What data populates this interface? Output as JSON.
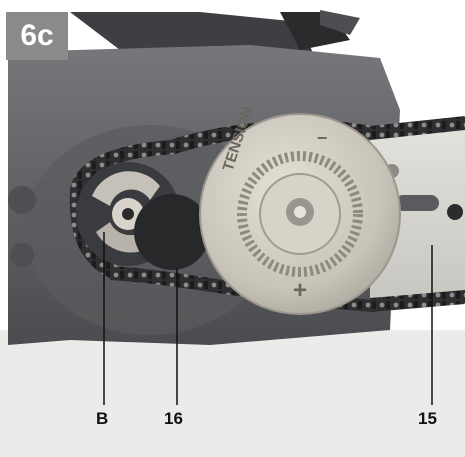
{
  "figure_id": "6c",
  "callouts": {
    "b": "B",
    "sixteen": "16",
    "fifteen": "15"
  },
  "dial_text": {
    "tension": "TENSION",
    "plus": "+",
    "minus": "−"
  },
  "colors": {
    "badge": "#8a8a8a",
    "housing": "#5f6063",
    "dial": "#cfcac0",
    "bar": "#d9d7d2",
    "chain": "#2c2c2e",
    "floor": "#ecebea"
  },
  "icons": [
    "sprocket-icon",
    "chain-icon",
    "tension-dial-icon",
    "guide-bar-icon",
    "bolt-icon"
  ]
}
